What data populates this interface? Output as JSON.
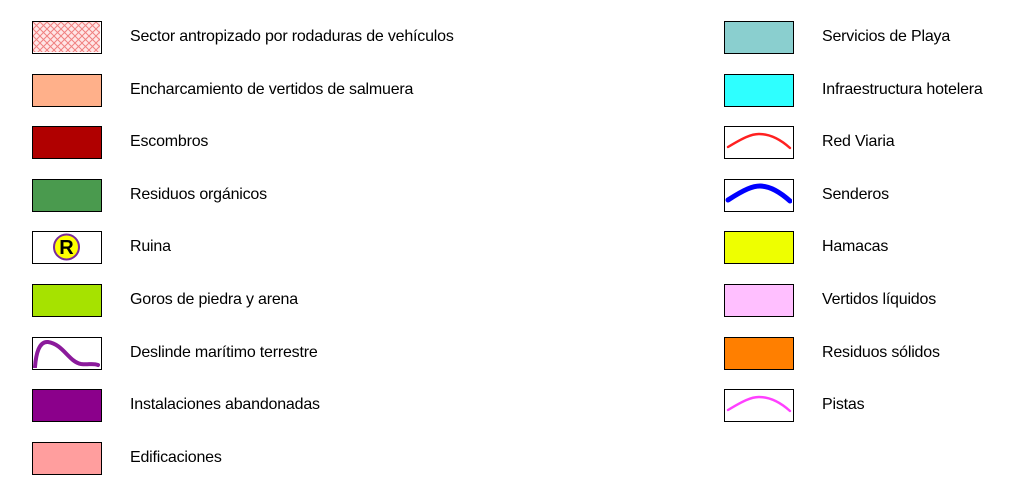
{
  "legend_left": [
    {
      "label": "Sector antropizado por rodaduras de vehículos",
      "kind": "crosshatch",
      "color": "#F08080"
    },
    {
      "label": "Encharcamiento de vertidos de salmuera",
      "kind": "fill",
      "color": "#FFB08A"
    },
    {
      "label": "Escombros",
      "kind": "fill",
      "color": "#B00000"
    },
    {
      "label": "Residuos orgánicos",
      "kind": "fill",
      "color": "#4A9A4E"
    },
    {
      "label": "Ruina",
      "kind": "symbol",
      "color": "#FFFF00",
      "symbol_letter": "R",
      "ring_color": "#7A2A9A"
    },
    {
      "label": "Goros de piedra y arena",
      "kind": "fill",
      "color": "#A6E200"
    },
    {
      "label": "Deslinde marítimo terrestre",
      "kind": "curve-left",
      "color": "#8B1A9B"
    },
    {
      "label": "Instalaciones abandonadas",
      "kind": "fill",
      "color": "#8B008B"
    },
    {
      "label": "Edificaciones",
      "kind": "fill",
      "color": "#FF9E9E"
    }
  ],
  "legend_right": [
    {
      "label": "Servicios de Playa",
      "kind": "fill",
      "color": "#8ACFCF"
    },
    {
      "label": "Infraestructura hotelera",
      "kind": "fill",
      "color": "#2EFFFF"
    },
    {
      "label": "Red Viaria",
      "kind": "arc-thin",
      "color": "#FF2020"
    },
    {
      "label": "Senderos",
      "kind": "arc-thick",
      "color": "#0000FF"
    },
    {
      "label": "Hamacas",
      "kind": "fill",
      "color": "#EEFF00"
    },
    {
      "label": "Vertidos líquidos",
      "kind": "fill",
      "color": "#FFBFFF"
    },
    {
      "label": "Residuos sólidos",
      "kind": "fill",
      "color": "#FF7F00"
    },
    {
      "label": "Pistas",
      "kind": "arc-thin",
      "color": "#FF40FF"
    }
  ]
}
